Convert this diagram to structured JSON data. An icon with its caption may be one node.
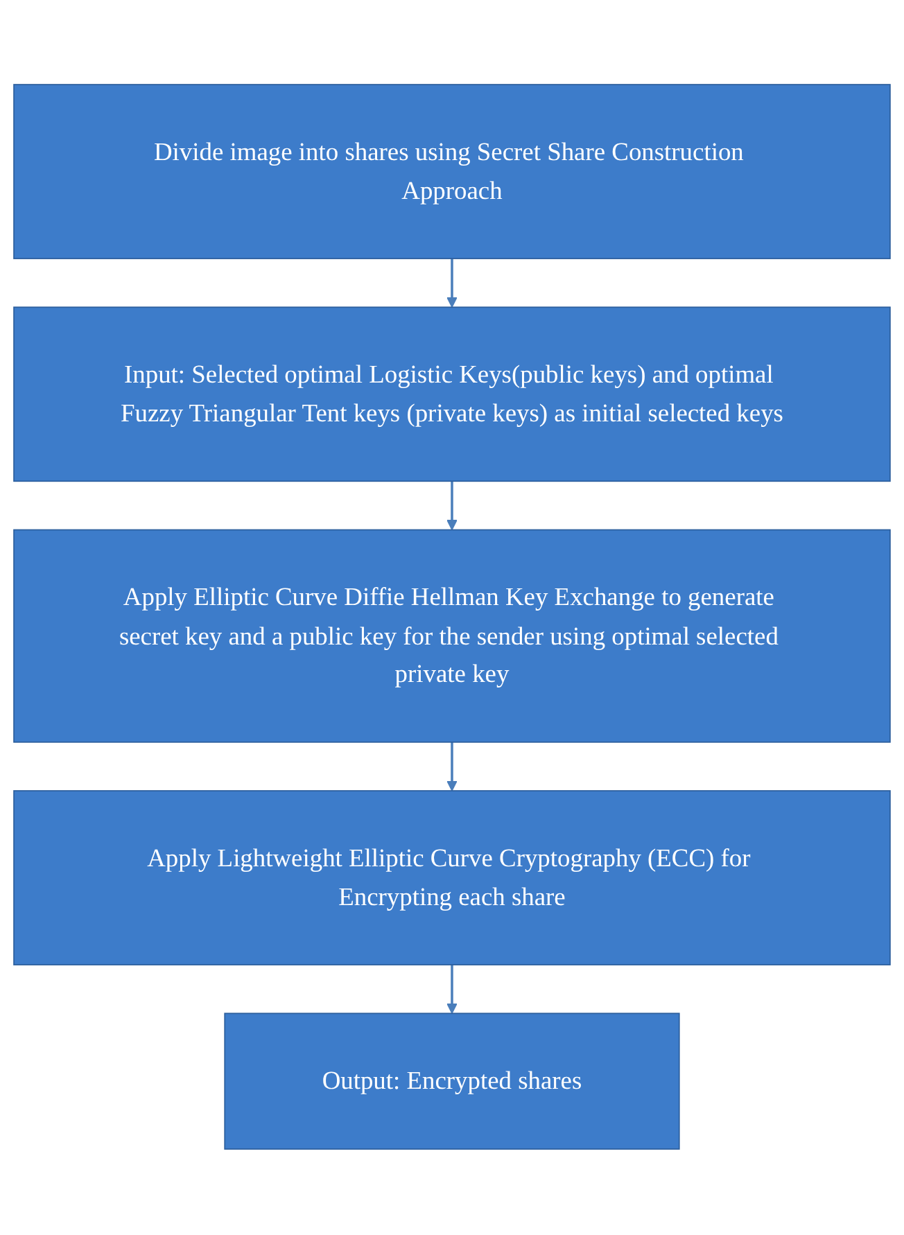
{
  "diagram": {
    "nodes": [
      {
        "text": [
          "Divide image into shares using Secret Share Construction Approach"
        ]
      },
      {
        "text": [
          "Input: Selected optimal Logistic Keys(public keys) and optimal Fuzzy Triangular Tent keys (private keys) as initial selected keys"
        ]
      },
      {
        "text": [
          "Apply Elliptic Curve Diffie Hellman Key Exchange to generate secret key and a public key for the sender using optimal selected private key"
        ]
      },
      {
        "text": [
          "Apply Lightweight Elliptic Curve Cryptography (ECC) for Encrypting each share"
        ]
      },
      {
        "text": [
          "Output: Encrypted shares"
        ]
      }
    ],
    "edges": [
      {
        "from": 0,
        "to": 1,
        "arrow": "to"
      },
      {
        "from": 1,
        "to": 2,
        "arrow": "to"
      },
      {
        "from": 2,
        "to": 3,
        "arrow": "to"
      },
      {
        "from": 3,
        "to": 4,
        "arrow": "to"
      }
    ]
  }
}
